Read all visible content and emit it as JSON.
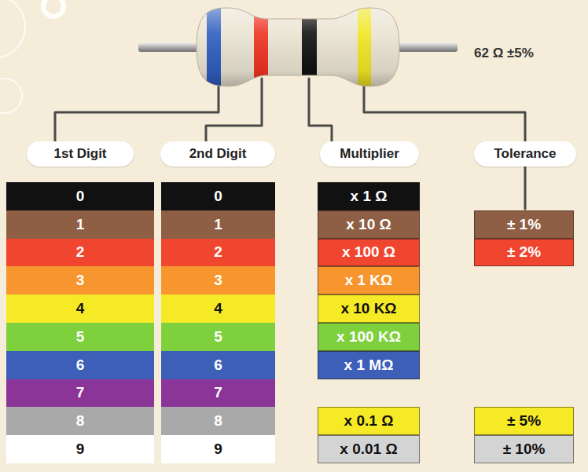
{
  "diagram": {
    "nodes": [
      {
        "text": [
          "1st Digit"
        ]
      },
      {
        "text": [
          "0"
        ]
      },
      {
        "text": [
          "1"
        ]
      },
      {
        "text": [
          "2"
        ]
      },
      {
        "text": [
          "3"
        ]
      },
      {
        "text": [
          "4"
        ]
      },
      {
        "text": [
          "5"
        ]
      },
      {
        "text": [
          "6"
        ]
      },
      {
        "text": [
          "7"
        ]
      },
      {
        "text": [
          "8"
        ]
      },
      {
        "text": [
          "9"
        ]
      },
      {
        "text": [
          "2nd Digit"
        ]
      },
      {
        "text": [
          "0"
        ]
      },
      {
        "text": [
          "1"
        ]
      },
      {
        "text": [
          "2"
        ]
      },
      {
        "text": [
          "3"
        ]
      },
      {
        "text": [
          "4"
        ]
      },
      {
        "text": [
          "5"
        ]
      },
      {
        "text": [
          "6"
        ]
      },
      {
        "text": [
          "7"
        ]
      },
      {
        "text": [
          "8"
        ]
      },
      {
        "text": [
          "9"
        ]
      },
      {
        "text": [
          "Multiplier"
        ]
      },
      {
        "text": [
          "x 1 Ω"
        ]
      },
      {
        "text": [
          "x 10 Ω"
        ]
      },
      {
        "text": [
          "x 100 Ω"
        ]
      },
      {
        "text": [
          "x 1 KΩ"
        ]
      },
      {
        "text": [
          "x 10 KΩ"
        ]
      },
      {
        "text": [
          "x 100 KΩ"
        ]
      },
      {
        "text": [
          "x 1 MΩ"
        ]
      },
      {
        "text": [
          "x 0.1 Ω"
        ]
      },
      {
        "text": [
          "x 0.01 Ω"
        ]
      },
      {
        "text": [
          "Tolerance"
        ]
      },
      {
        "text": [
          "± 1%"
        ]
      },
      {
        "text": [
          "± 2%"
        ]
      },
      {
        "text": [
          "± 5%"
        ]
      },
      {
        "text": [
          "± 10%"
        ]
      }
    ],
    "labels": [
      "62 Ω ±5%"
    ]
  }
}
